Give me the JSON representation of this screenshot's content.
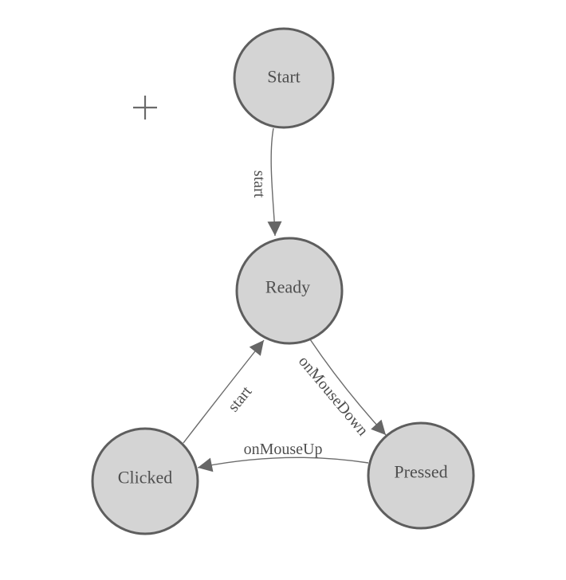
{
  "diagram": {
    "nodes": [
      {
        "id": "start",
        "label": "Start"
      },
      {
        "id": "ready",
        "label": "Ready"
      },
      {
        "id": "clicked",
        "label": "Clicked"
      },
      {
        "id": "pressed",
        "label": "Pressed"
      }
    ],
    "edges": [
      {
        "from": "start",
        "to": "ready",
        "label": "start"
      },
      {
        "from": "ready",
        "to": "pressed",
        "label": "onMouseDown"
      },
      {
        "from": "pressed",
        "to": "clicked",
        "label": "onMouseUp"
      },
      {
        "from": "clicked",
        "to": "ready",
        "label": "start"
      }
    ],
    "colors": {
      "background": "#ffffff",
      "node_fill": "#d4d4d4",
      "node_stroke": "#5e5e5e",
      "edge_stroke": "#6b6b6b",
      "arrow_fill": "#666666",
      "text": "#4f4f4f",
      "crosshair": "#6b6b6b"
    }
  }
}
